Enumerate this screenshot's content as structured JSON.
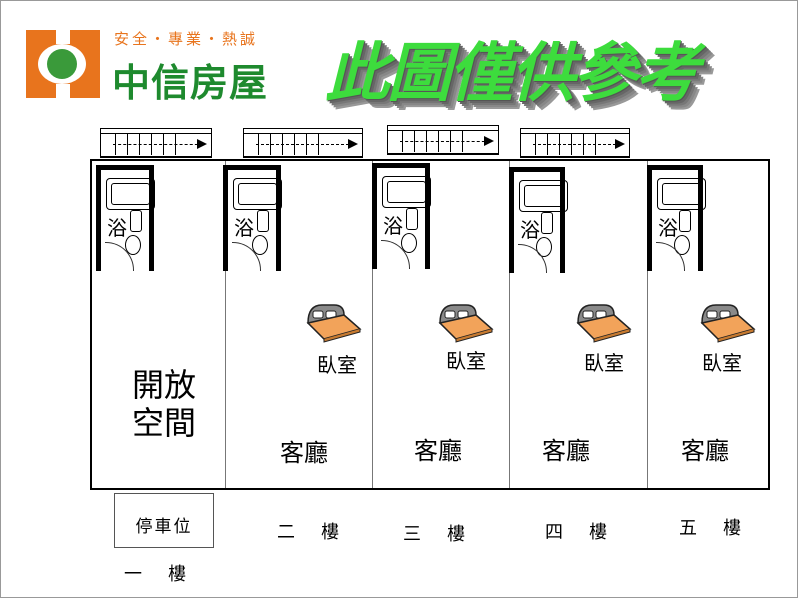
{
  "logo": {
    "slogan": "安全・專業・熱誠",
    "brand": "中信房屋"
  },
  "banner": {
    "text": "此圖僅供參考"
  },
  "colors": {
    "brand_orange": "#e8741d",
    "brand_green": "#1e8a2e",
    "banner_green": "#3ddc3d",
    "bed_frame": "#8a8a8a",
    "bed_blanket": "#f2a35a"
  },
  "plan": {
    "bath_label": "浴",
    "bedroom_label": "臥室",
    "living_label": "客廳",
    "open_space_line1": "開放",
    "open_space_line2": "空間",
    "parking_label": "停車位"
  },
  "floors": [
    "一　樓",
    "二　樓",
    "三　樓",
    "四　樓",
    "五　樓"
  ],
  "icons": [
    "stairs-icon",
    "bathtub-icon",
    "sink-icon",
    "toilet-icon",
    "bed-icon",
    "logo-icon"
  ]
}
